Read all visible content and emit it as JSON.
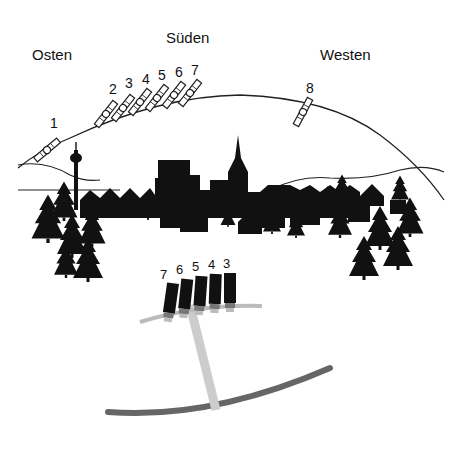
{
  "diagram": {
    "labels": [
      "Osten",
      "Süden",
      "Westen",
      "1",
      "2",
      "3",
      "4",
      "5",
      "6",
      "7",
      "8",
      "7",
      "6",
      "5",
      "4",
      "3"
    ]
  }
}
